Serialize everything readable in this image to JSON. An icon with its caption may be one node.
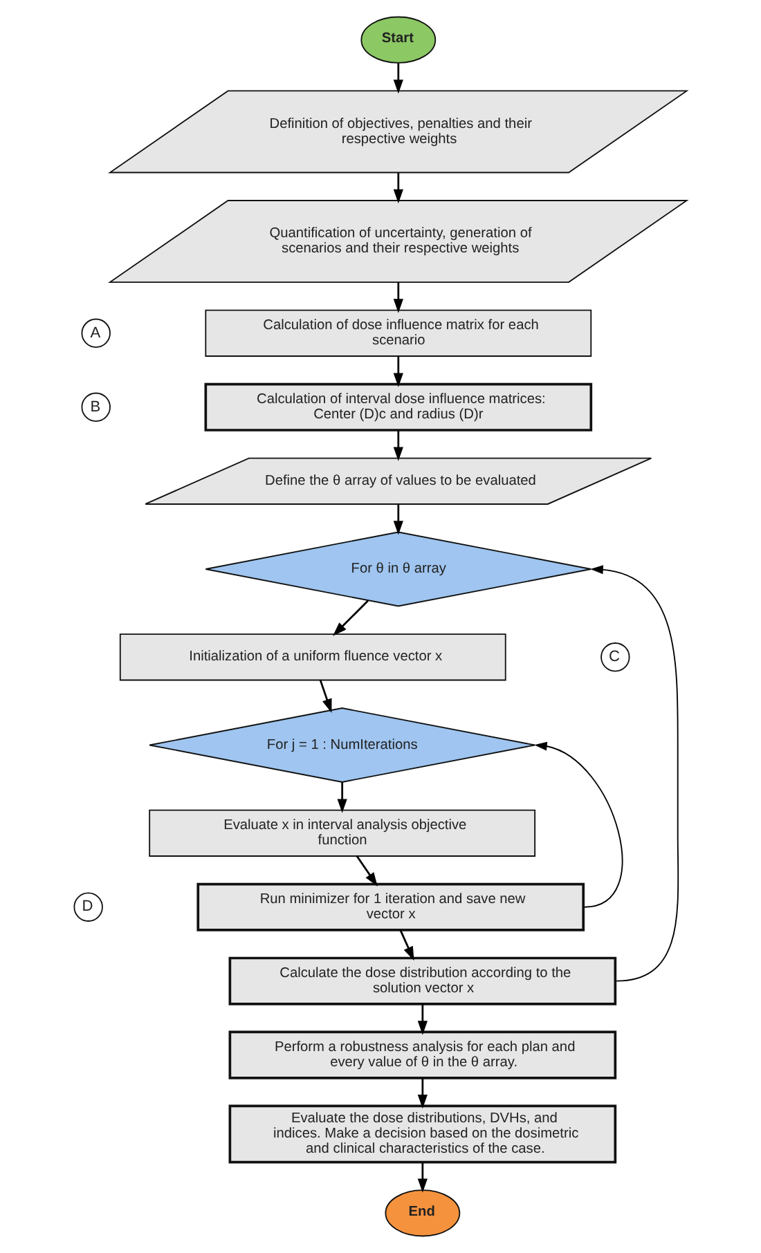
{
  "diagram": {
    "nodes": [
      {
        "text": [
          "Start"
        ]
      },
      {
        "text": [
          "Definition of objectives, penalties and their respective weights"
        ]
      },
      {
        "text": [
          "Quantification of uncertainty, generation of scenarios and their respective weights"
        ]
      },
      {
        "text": [
          "A"
        ]
      },
      {
        "text": [
          "Calculation of dose influence matrix for each scenario"
        ]
      },
      {
        "text": [
          "B"
        ]
      },
      {
        "text": [
          "Calculation of interval dose influence matrices: Center (D)c and radius (D)r"
        ]
      },
      {
        "text": [
          "Define the θ array of values to be evaluated"
        ]
      },
      {
        "text": [
          "C"
        ]
      },
      {
        "text": [
          "For θ in θ array"
        ]
      },
      {
        "text": [
          "Initialization of a uniform fluence vector x"
        ]
      },
      {
        "text": [
          "For j = 1 : NumIterations"
        ]
      },
      {
        "text": [
          "Evaluate x in interval analysis objective function"
        ]
      },
      {
        "text": [
          "D"
        ]
      },
      {
        "text": [
          "Run minimizer for 1 iteration and save new vector x"
        ]
      },
      {
        "text": [
          "Calculate the dose distribution according to the solution vector x"
        ]
      },
      {
        "text": [
          "Perform a robustness analysis for each plan and every value of θ in the θ array."
        ]
      },
      {
        "text": [
          "Evaluate the dose distributions, DVHs, and indices. Make a decision based on the dosimetric and clinical characteristics of the case."
        ]
      },
      {
        "text": [
          "End"
        ]
      }
    ],
    "edges": [
      {
        "from": 0,
        "to": 1,
        "arrow": "to"
      },
      {
        "from": 1,
        "to": 2,
        "arrow": "to"
      },
      {
        "from": 2,
        "to": 4,
        "arrow": "to"
      },
      {
        "from": 4,
        "to": 6,
        "arrow": "to"
      },
      {
        "from": 6,
        "to": 7,
        "arrow": "to"
      },
      {
        "from": 7,
        "to": 9,
        "arrow": "to"
      },
      {
        "from": 9,
        "to": 10,
        "arrow": "to"
      },
      {
        "from": 10,
        "to": 11,
        "arrow": "to"
      },
      {
        "from": 11,
        "to": 12,
        "arrow": "to"
      },
      {
        "from": 12,
        "to": 14,
        "arrow": "to"
      },
      {
        "from": 14,
        "to": 11,
        "arrow": "to"
      },
      {
        "from": 14,
        "to": 15,
        "arrow": "to"
      },
      {
        "from": 15,
        "to": 9,
        "arrow": "to"
      },
      {
        "from": 15,
        "to": 16,
        "arrow": "to"
      },
      {
        "from": 16,
        "to": 17,
        "arrow": "to"
      },
      {
        "from": 17,
        "to": 18,
        "arrow": "to"
      }
    ]
  }
}
